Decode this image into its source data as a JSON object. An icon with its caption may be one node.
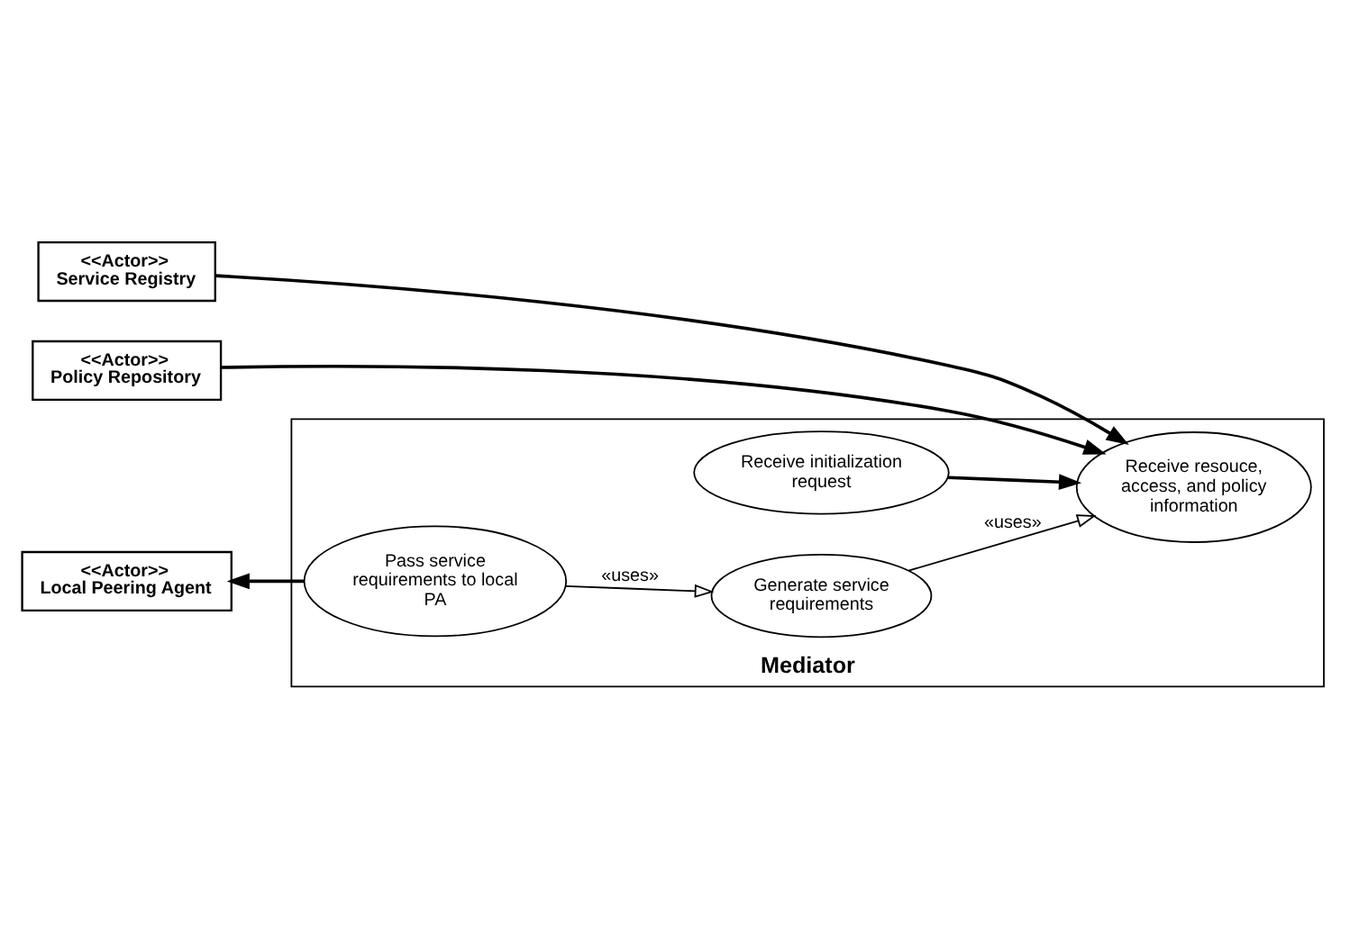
{
  "diagram": {
    "nodes": [
      {
        "text": [
          "Mediator"
        ]
      },
      {
        "text": [
          "<<Actor>>",
          "Service Registry"
        ]
      },
      {
        "text": [
          "<<Actor>>",
          "Policy Repository"
        ]
      },
      {
        "text": [
          "<<Actor>>",
          "Local Peering Agent"
        ]
      },
      {
        "text": [
          "Receive initialization request"
        ],
        "in": 0
      },
      {
        "text": [
          "Receive resouce, access, and policy information"
        ],
        "in": 0
      },
      {
        "text": [
          "Generate service requirements"
        ],
        "in": 0
      },
      {
        "text": [
          "Pass service requirements to local PA"
        ],
        "in": 0
      }
    ],
    "edges": [
      {
        "from": 1,
        "to": 5,
        "arrow": "to"
      },
      {
        "from": 2,
        "to": 5,
        "arrow": "to"
      },
      {
        "from": 4,
        "to": 5,
        "arrow": "to"
      },
      {
        "from": 6,
        "to": 5,
        "arrow": "to",
        "label": "«uses»"
      },
      {
        "from": 7,
        "to": 6,
        "arrow": "to",
        "label": "«uses»"
      },
      {
        "from": 7,
        "to": 3,
        "arrow": "to"
      }
    ]
  }
}
